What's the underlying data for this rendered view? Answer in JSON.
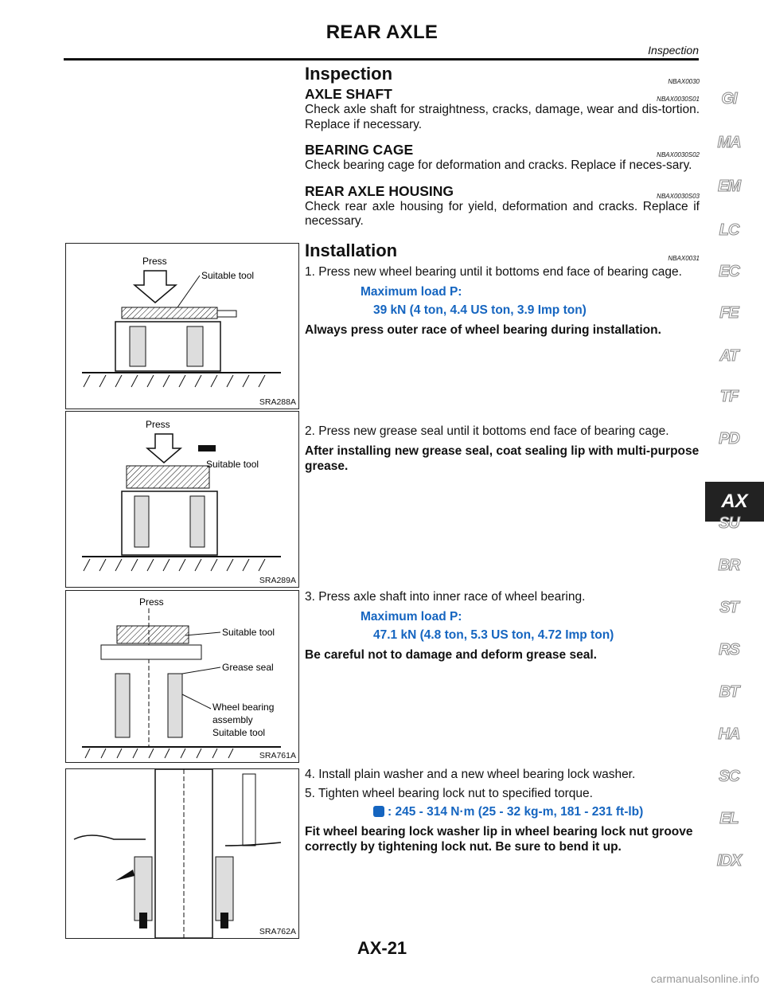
{
  "header": {
    "title": "REAR AXLE",
    "subtitle": "Inspection"
  },
  "inspection": {
    "title": "Inspection",
    "code": "NBAX0030",
    "sections": [
      {
        "heading": "AXLE SHAFT",
        "code": "NBAX0030S01",
        "text": "Check axle shaft for straightness, cracks, damage, wear and dis-tortion. Replace if necessary."
      },
      {
        "heading": "BEARING CAGE",
        "code": "NBAX0030S02",
        "text": "Check bearing cage for deformation and cracks. Replace if neces-sary."
      },
      {
        "heading": "REAR AXLE HOUSING",
        "code": "NBAX0030S03",
        "text": "Check rear axle housing for yield, deformation and cracks. Replace if necessary."
      }
    ]
  },
  "installation": {
    "title": "Installation",
    "code": "NBAX0031",
    "step1": "1. Press new wheel bearing until it bottoms end face of bearing cage.",
    "step1_spec_label": "Maximum load P:",
    "step1_spec_value": "39 kN (4 ton, 4.4 US ton, 3.9 Imp ton)",
    "step1_note": "Always press outer race of wheel bearing during installation.",
    "step2": "2. Press new grease seal until it bottoms end face of bearing cage.",
    "step2_note": "After installing new grease seal, coat sealing lip with multi-purpose grease.",
    "step3": "3. Press axle shaft into inner race of wheel bearing.",
    "step3_spec_label": "Maximum load P:",
    "step3_spec_value": "47.1 kN (4.8 ton, 5.3 US ton, 4.72 Imp ton)",
    "step3_note": "Be careful not to damage and deform grease seal.",
    "step4": "4. Install plain washer and a new wheel bearing lock washer.",
    "step5": "5. Tighten wheel bearing lock nut to specified torque.",
    "step5_torque": ": 245 - 314 N·m (25 - 32 kg-m, 181 - 231 ft-lb)",
    "step5_note": "Fit wheel bearing lock washer lip in wheel bearing lock nut groove correctly by tightening lock nut. Be sure to bend it up."
  },
  "figures": [
    {
      "caption": "SRA288A",
      "labels": [
        "Press",
        "Suitable tool"
      ]
    },
    {
      "caption": "SRA289A",
      "labels": [
        "Press",
        "Suitable tool"
      ]
    },
    {
      "caption": "SRA761A",
      "labels": [
        "Press",
        "Suitable tool",
        "Grease seal",
        "Wheel bearing",
        "assembly",
        "Suitable tool"
      ]
    },
    {
      "caption": "SRA762A",
      "labels": []
    }
  ],
  "side_tabs": [
    "GI",
    "MA",
    "EM",
    "LC",
    "EC",
    "FE",
    "AT",
    "TF",
    "PD",
    "AX",
    "SU",
    "BR",
    "ST",
    "RS",
    "BT",
    "HA",
    "SC",
    "EL",
    "IDX"
  ],
  "active_tab": "AX",
  "footer": {
    "page": "AX-21"
  },
  "watermark": "carmanualsonline.info"
}
